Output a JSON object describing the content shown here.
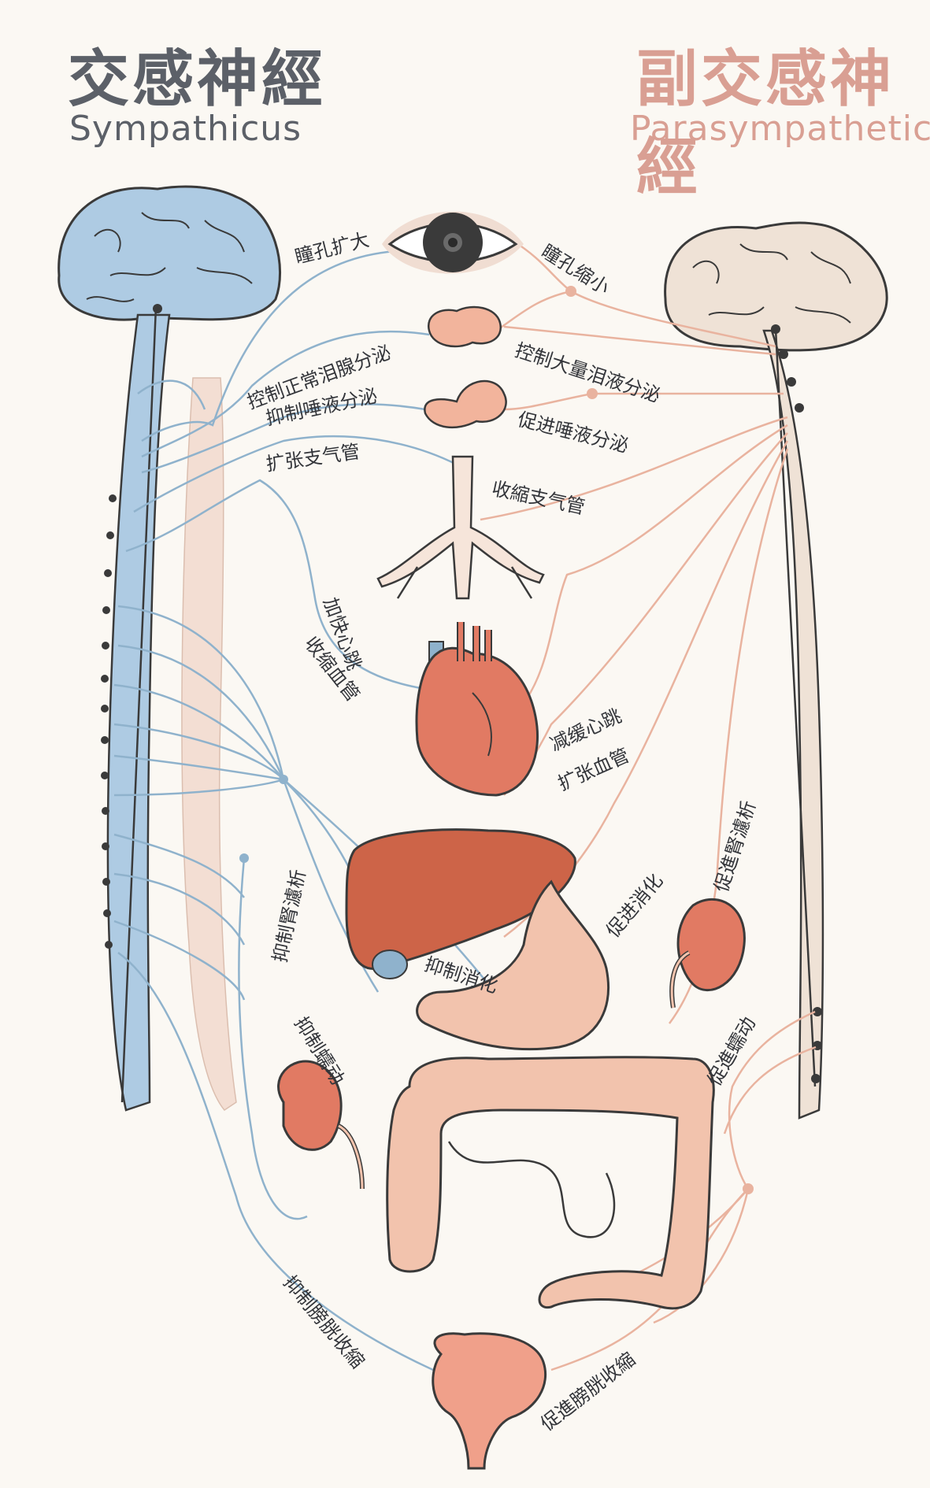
{
  "titles": {
    "sympathetic_cn": "交感神經",
    "sympathetic_en": "Sympathicus",
    "parasympathetic_cn": "副交感神經",
    "parasympathetic_en": "Parasympathetic"
  },
  "labels": {
    "pupil_dilate": "瞳孔扩大",
    "pupil_constrict": "瞳孔缩小",
    "tear_normal": "控制正常泪腺分泌",
    "tear_large": "控制大量泪液分泌",
    "saliva_inhibit": "抑制唾液分泌",
    "saliva_promote": "促进唾液分泌",
    "bronchi_dilate": "扩张支气管",
    "bronchi_constrict": "收縮支气管",
    "heart_speed": "加快心跳",
    "vessel_constrict": "收缩血管",
    "heart_slow": "减缓心跳",
    "vessel_dilate": "扩张血管",
    "digest_promote": "促进消化",
    "kidney_promote": "促進腎濾析",
    "kidney_inhibit": "抑制腎濾析",
    "digest_inhibit": "抑制消化",
    "peristalsis_inhibit": "抑制蠕动",
    "peristalsis_promote": "促進蠕动",
    "bladder_inhibit": "抑制膀胱收縮",
    "bladder_promote": "促進膀胱收縮"
  },
  "colors": {
    "sympathetic": "#8fb2cc",
    "parasympathetic": "#e9b39f",
    "sym_brain": "#aecbe3",
    "para_brain": "#efe2d6",
    "organ_red": "#e17a63",
    "intestine": "#f2c3ad",
    "outline": "#3a3a3a"
  }
}
